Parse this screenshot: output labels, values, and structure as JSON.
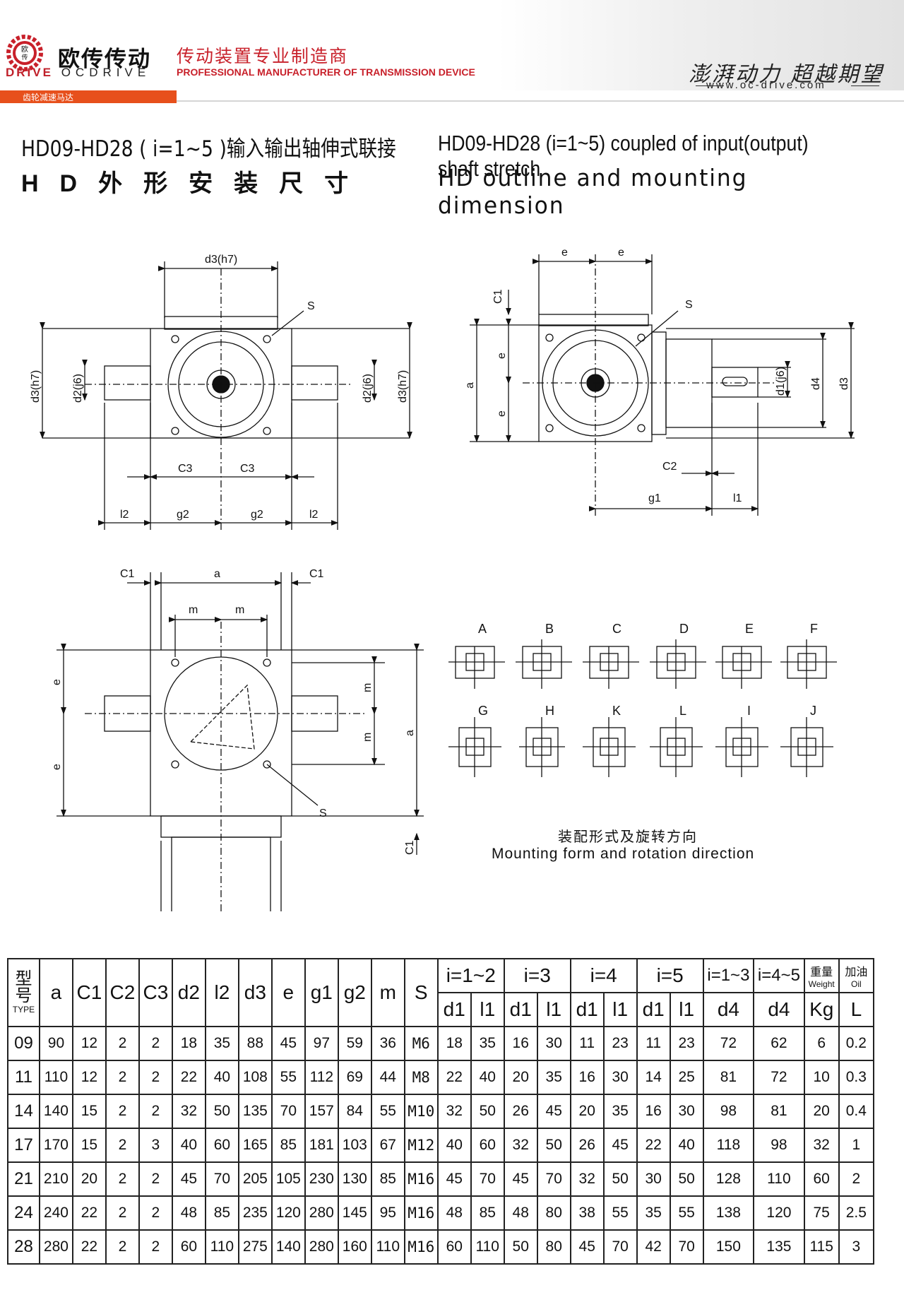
{
  "header": {
    "logo_badge": "欧",
    "logo_badge_bottom": "传",
    "brand_cn": "欧传传动",
    "brand_en_prefix": "DRIVE",
    "brand_en": "OCDRIVE",
    "tagline_cn": "传动装置专业制造商",
    "tagline_en": "PROFESSIONAL MANUFACTURER OF TRANSMISSION DEVICE",
    "category": "齿轮减速马达",
    "slogan": "澎湃动力 超越期望",
    "url": "www.oc-drive.com"
  },
  "titles": {
    "cn_line1": "HD09-HD28 ( i=1~5 )输入输出轴伸式联接",
    "cn_line2": "HD外形安装尺寸",
    "en_line1": "HD09-HD28 (i=1~5) coupled of input(output) shaft stretch",
    "en_line2": "HD outline and mounting dimension"
  },
  "drawing_labels": {
    "d3h7": "d3(h7)",
    "d2j6": "d2(j6)",
    "d1j6": "d1(j6)",
    "S": "S",
    "C1": "C1",
    "C2": "C2",
    "C3": "C3",
    "l1": "l1",
    "l2": "l2",
    "g1": "g1",
    "g2": "g2",
    "a": "a",
    "e": "e",
    "m": "m",
    "d3": "d3",
    "d4": "d4"
  },
  "mounting": {
    "row1": [
      "A",
      "B",
      "C",
      "D",
      "E",
      "F"
    ],
    "row2": [
      "G",
      "H",
      "K",
      "L",
      "I",
      "J"
    ],
    "caption_cn": "装配形式及旋转方向",
    "caption_en": "Mounting form and rotation direction"
  },
  "table": {
    "head_type_cn1": "型",
    "head_type_cn2": "号",
    "head_type_en": "TYPE",
    "head_cols": [
      "a",
      "C1",
      "C2",
      "C3",
      "d2",
      "l2",
      "d3",
      "e",
      "g1",
      "g2",
      "m",
      "S"
    ],
    "ratio_groups": [
      "i=1~2",
      "i=3",
      "i=4",
      "i=5",
      "i=1~3",
      "i=4~5"
    ],
    "weight_cn": "重量",
    "weight_en": "Weight",
    "oil_cn": "加油",
    "oil_en": "Oil",
    "sub_heads": [
      "d1",
      "l1",
      "d1",
      "l1",
      "d1",
      "l1",
      "d1",
      "l1",
      "d4",
      "d4",
      "Kg",
      "L"
    ],
    "rows": [
      [
        "09",
        "90",
        "12",
        "2",
        "2",
        "18",
        "35",
        "88",
        "45",
        "97",
        "59",
        "36",
        "M6",
        "18",
        "35",
        "16",
        "30",
        "11",
        "23",
        "11",
        "23",
        "72",
        "62",
        "6",
        "0.2"
      ],
      [
        "11",
        "110",
        "12",
        "2",
        "2",
        "22",
        "40",
        "108",
        "55",
        "112",
        "69",
        "44",
        "M8",
        "22",
        "40",
        "20",
        "35",
        "16",
        "30",
        "14",
        "25",
        "81",
        "72",
        "10",
        "0.3"
      ],
      [
        "14",
        "140",
        "15",
        "2",
        "2",
        "32",
        "50",
        "135",
        "70",
        "157",
        "84",
        "55",
        "M10",
        "32",
        "50",
        "26",
        "45",
        "20",
        "35",
        "16",
        "30",
        "98",
        "81",
        "20",
        "0.4"
      ],
      [
        "17",
        "170",
        "15",
        "2",
        "3",
        "40",
        "60",
        "165",
        "85",
        "181",
        "103",
        "67",
        "M12",
        "40",
        "60",
        "32",
        "50",
        "26",
        "45",
        "22",
        "40",
        "118",
        "98",
        "32",
        "1"
      ],
      [
        "21",
        "210",
        "20",
        "2",
        "2",
        "45",
        "70",
        "205",
        "105",
        "230",
        "130",
        "85",
        "M16",
        "45",
        "70",
        "45",
        "70",
        "32",
        "50",
        "30",
        "50",
        "128",
        "110",
        "60",
        "2"
      ],
      [
        "24",
        "240",
        "22",
        "2",
        "2",
        "48",
        "85",
        "235",
        "120",
        "280",
        "145",
        "95",
        "M16",
        "48",
        "85",
        "48",
        "80",
        "38",
        "55",
        "35",
        "55",
        "138",
        "120",
        "75",
        "2.5"
      ],
      [
        "28",
        "280",
        "22",
        "2",
        "2",
        "60",
        "110",
        "275",
        "140",
        "280",
        "160",
        "110",
        "M16",
        "60",
        "110",
        "50",
        "80",
        "45",
        "70",
        "42",
        "70",
        "150",
        "135",
        "115",
        "3"
      ]
    ]
  }
}
